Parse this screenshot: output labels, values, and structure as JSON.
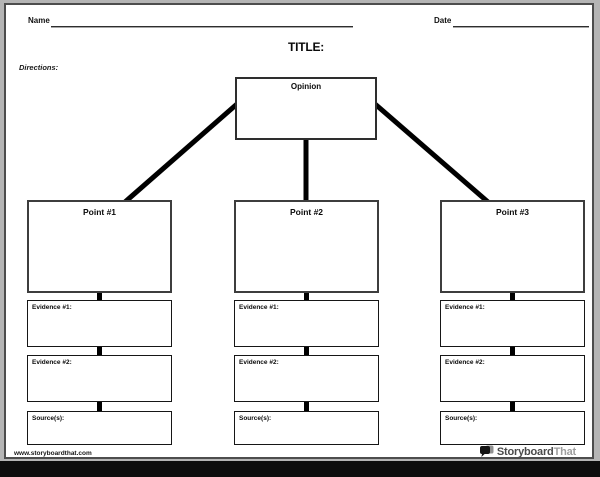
{
  "header": {
    "name_label": "Name",
    "date_label": "Date",
    "title": "TITLE:",
    "directions_label": "Directions:"
  },
  "diagram": {
    "opinion_label": "Opinion",
    "columns": [
      {
        "point_label": "Point #1",
        "evidence1_label": "Evidence #1:",
        "evidence2_label": "Evidence #2:",
        "source_label": "Source(s):"
      },
      {
        "point_label": "Point #2",
        "evidence1_label": "Evidence #1:",
        "evidence2_label": "Evidence #2:",
        "source_label": "Source(s):"
      },
      {
        "point_label": "Point #3",
        "evidence1_label": "Evidence #1:",
        "evidence2_label": "Evidence #2:",
        "source_label": "Source(s):"
      }
    ]
  },
  "footer": {
    "website_url": "www.storyboardthat.com",
    "brand_name_primary": "Storyboard",
    "brand_name_secondary": "That"
  },
  "colors": {
    "outer_background": "#b5b5b5",
    "page_background": "#ffffff",
    "connector_line": "#000000",
    "footer_bar": "#0d0d0d",
    "brand_primary_color": "#4a4a4a",
    "brand_secondary_color": "#9e9e9e"
  }
}
